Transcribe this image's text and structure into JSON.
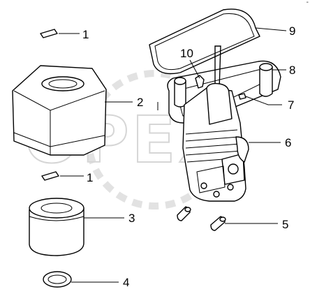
{
  "watermark": "OPEX",
  "corner_mark": "-",
  "callouts": [
    {
      "id": "1a",
      "label": "1"
    },
    {
      "id": "1b",
      "label": "1"
    },
    {
      "id": "2",
      "label": "2"
    },
    {
      "id": "3",
      "label": "3"
    },
    {
      "id": "4",
      "label": "4"
    },
    {
      "id": "5",
      "label": "5"
    },
    {
      "id": "6",
      "label": "6"
    },
    {
      "id": "7",
      "label": "7"
    },
    {
      "id": "8",
      "label": "8"
    },
    {
      "id": "9",
      "label": "9"
    },
    {
      "id": "10",
      "label": "10"
    }
  ]
}
